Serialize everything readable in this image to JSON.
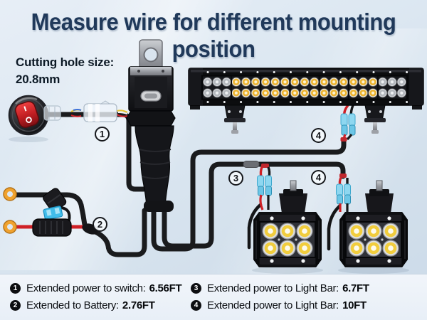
{
  "title": "Measure wire for different mounting position",
  "callout": {
    "line1": "Cutting hole size:",
    "line2": "20.8mm"
  },
  "markers": [
    {
      "num": "1"
    },
    {
      "num": "2"
    },
    {
      "num": "3"
    },
    {
      "num": "4"
    },
    {
      "num": "4"
    }
  ],
  "legend": {
    "items": [
      {
        "num": "1",
        "label": "Extended power to switch:",
        "value": "6.56FT"
      },
      {
        "num": "2",
        "label": "Extended to Battery:",
        "value": "2.76FT"
      },
      {
        "num": "3",
        "label": "Extended power to Light Bar:",
        "value": "6.7FT"
      },
      {
        "num": "4",
        "label": "Extended power to Light Bar:",
        "value": "10FT"
      }
    ]
  },
  "colors": {
    "title_navy": "#20395a",
    "background_blue": "#dde8f2",
    "wire_black": "#1a1b1d",
    "wire_red": "#cf2026",
    "connector_blue": "#7fd2ee",
    "terminal_yellow": "#f0a22e",
    "fuse_blue": "#41bdea",
    "switch_red": "#cc1f24",
    "led_amber": "#edb32f"
  }
}
